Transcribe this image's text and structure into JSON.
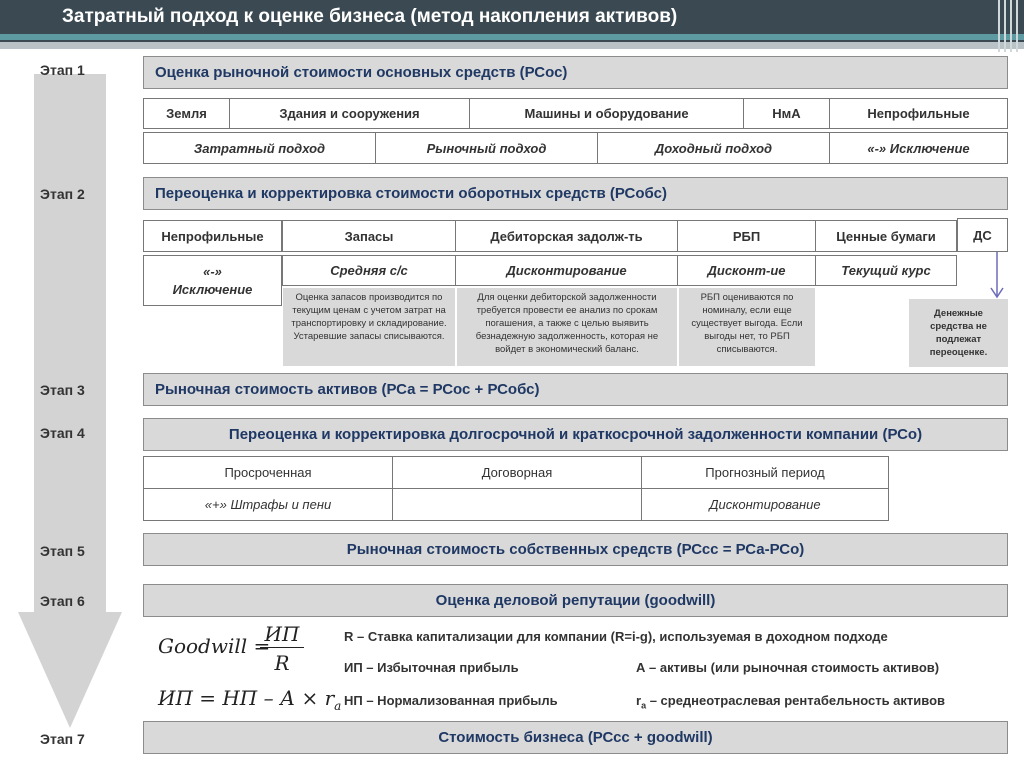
{
  "header": {
    "title": "Затратный подход к оценке бизнеса (метод накопления активов)"
  },
  "stages": [
    "Этап 1",
    "Этап 2",
    "Этап 3",
    "Этап 4",
    "Этап 5",
    "Этап 6",
    "Этап 7"
  ],
  "step1": {
    "title": "Оценка рыночной стоимости основных средств (РСос)",
    "assets": [
      "Земля",
      "Здания и сооружения",
      "Машины и оборудование",
      "НмА",
      "Непрофильные"
    ],
    "methods": [
      "Затратный подход",
      "Рыночный подход",
      "Доходный подход",
      "«-» Исключение"
    ]
  },
  "step2": {
    "title": "Переоценка и корректировка стоимости оборотных средств (РСобс)",
    "items": [
      "Непрофильные",
      "Запасы",
      "Дебиторская задолж-ть",
      "РБП",
      "Ценные бумаги",
      "ДС"
    ],
    "exclusion_line1": "«-»",
    "exclusion_line2": "Исключение",
    "methods": [
      "Средняя с/с",
      "Дисконтирование",
      "Дисконт-ие",
      "Текущий курс"
    ],
    "notes": [
      "Оценка запасов производится по текущим ценам с учетом затрат на транспортировку и складирование. Устаревшие запасы списываются.",
      "Для оценки дебиторской задолженности требуется провести ее анализ по срокам погашения, а также с целью выявить безнадежную задолженность, которая не войдет в экономический баланс.",
      "РБП оцениваются по номиналу, если еще существует выгода. Если выгоды нет, то РБП списываются.",
      "Денежные средства не подлежат переоценке."
    ]
  },
  "step3": {
    "title": "Рыночная стоимость активов (РСа = РСос + РСобс)"
  },
  "step4": {
    "title": "Переоценка и корректировка долгосрочной и краткосрочной задолженности компании (РСо)",
    "headers": [
      "Просроченная",
      "Договорная",
      "Прогнозный период"
    ],
    "values": [
      "«+» Штрафы и пени",
      "",
      "Дисконтирование"
    ]
  },
  "step5": {
    "title": "Рыночная стоимость собственных средств (РСсс = РСа-РСо)"
  },
  "step6": {
    "title": "Оценка деловой репутации (goodwill)",
    "formula1_left": "Goodwill =",
    "formula1_num": "ИП",
    "formula1_den": "R",
    "formula2": "ИП = НП – А × r",
    "formula2_sub": "a",
    "legend_r": "R – Ставка капитализации для компании (R=i-g), используемая в доходном подходе",
    "legend_ip": "ИП – Избыточная прибыль",
    "legend_a": "А – активы (или рыночная стоимость активов)",
    "legend_np": "НП – Нормализованная прибыль",
    "legend_ra_prefix": "r",
    "legend_ra_sub": "a",
    "legend_ra_text": " – среднеотраслевая рентабельность активов"
  },
  "step7": {
    "title": "Стоимость бизнеса (РСсс + goodwill)"
  },
  "colors": {
    "header_bg": "#3b4a52",
    "accent": "#5d9aa2",
    "bar_bg": "#d9d9d9",
    "bar_text": "#1f3864",
    "arrow": "#d0d0d0",
    "ds_arrow": "#6b6bb8"
  }
}
